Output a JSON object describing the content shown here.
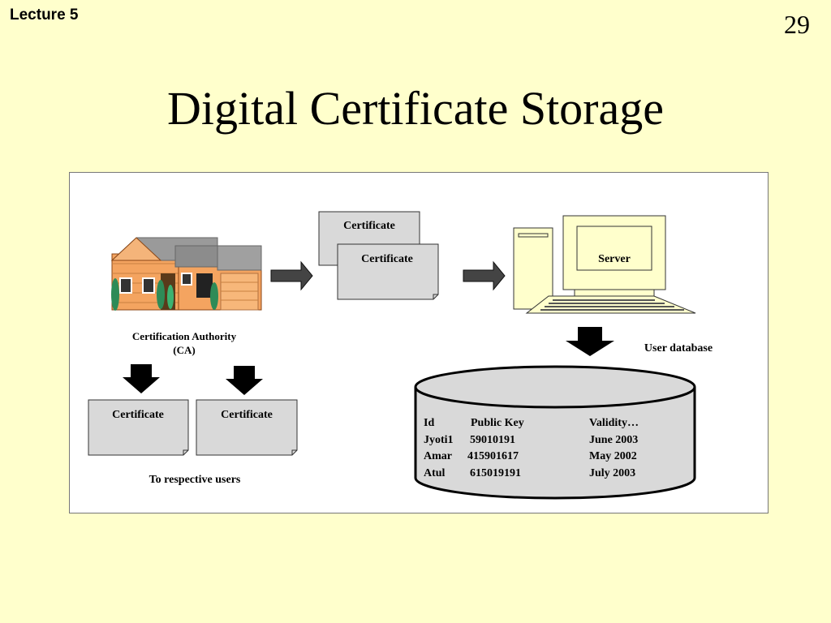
{
  "header": {
    "lecture": "Lecture 5",
    "page_number": "29"
  },
  "title": "Digital Certificate Storage",
  "diagram": {
    "ca_label_line1": "Certification Authority",
    "ca_label_line2": "(CA)",
    "cert_back_label": "Certificate",
    "cert_front_label": "Certificate",
    "server_label": "Server",
    "user_db_label": "User database",
    "user_cert_1": "Certificate",
    "user_cert_2": "Certificate",
    "users_caption": "To respective users",
    "database": {
      "headers": [
        "Id",
        "Public Key",
        "Validity…"
      ],
      "rows": [
        [
          "Jyoti1",
          "59010191",
          "June 2003"
        ],
        [
          "Amar",
          "415901617",
          "May 2002"
        ],
        [
          "Atul",
          "615019191",
          "July 2003"
        ]
      ]
    }
  }
}
